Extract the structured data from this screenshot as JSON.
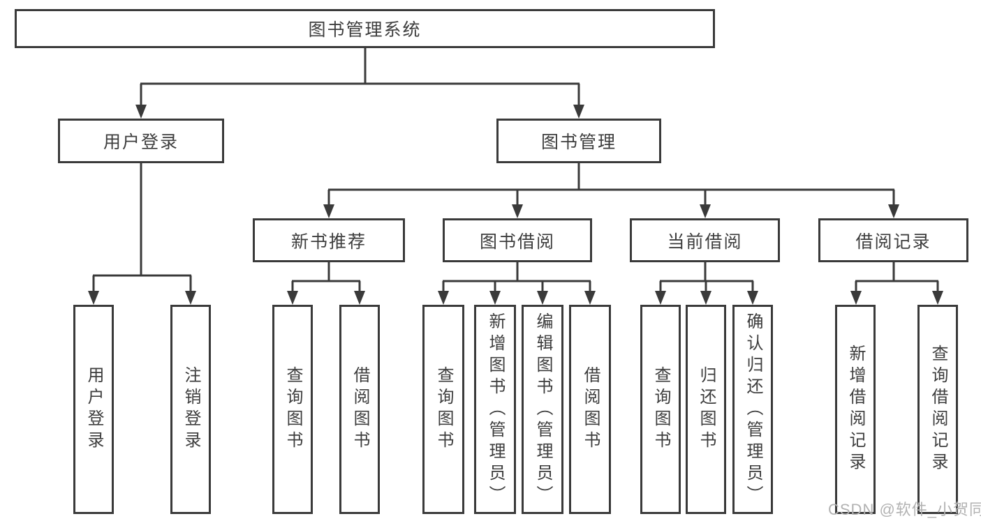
{
  "diagram_title": "图书管理系统",
  "tree": {
    "root": {
      "label": "图书管理系统",
      "children": [
        {
          "label": "用户登录",
          "children": [
            {
              "label": "用户登录"
            },
            {
              "label": "注销登录"
            }
          ]
        },
        {
          "label": "图书管理",
          "children": [
            {
              "label": "新书推荐",
              "children": [
                {
                  "label": "查询图书"
                },
                {
                  "label": "借阅图书"
                }
              ]
            },
            {
              "label": "图书借阅",
              "children": [
                {
                  "label": "查询图书"
                },
                {
                  "label": "新增图书（管理员）"
                },
                {
                  "label": "编辑图书（管理员）"
                },
                {
                  "label": "借阅图书"
                }
              ]
            },
            {
              "label": "当前借阅",
              "children": [
                {
                  "label": "查询图书"
                },
                {
                  "label": "归还图书"
                },
                {
                  "label": "确认归还（管理员）"
                }
              ]
            },
            {
              "label": "借阅记录",
              "children": [
                {
                  "label": "新增借阅记录"
                },
                {
                  "label": "查询借阅记录"
                }
              ]
            }
          ]
        }
      ]
    }
  },
  "watermark": "CSDN @软件_小贺同学",
  "colors": {
    "line": "#3a3a3a",
    "text": "#3d3d3d",
    "background": "#ffffff",
    "watermark": "#b2b2b2"
  }
}
